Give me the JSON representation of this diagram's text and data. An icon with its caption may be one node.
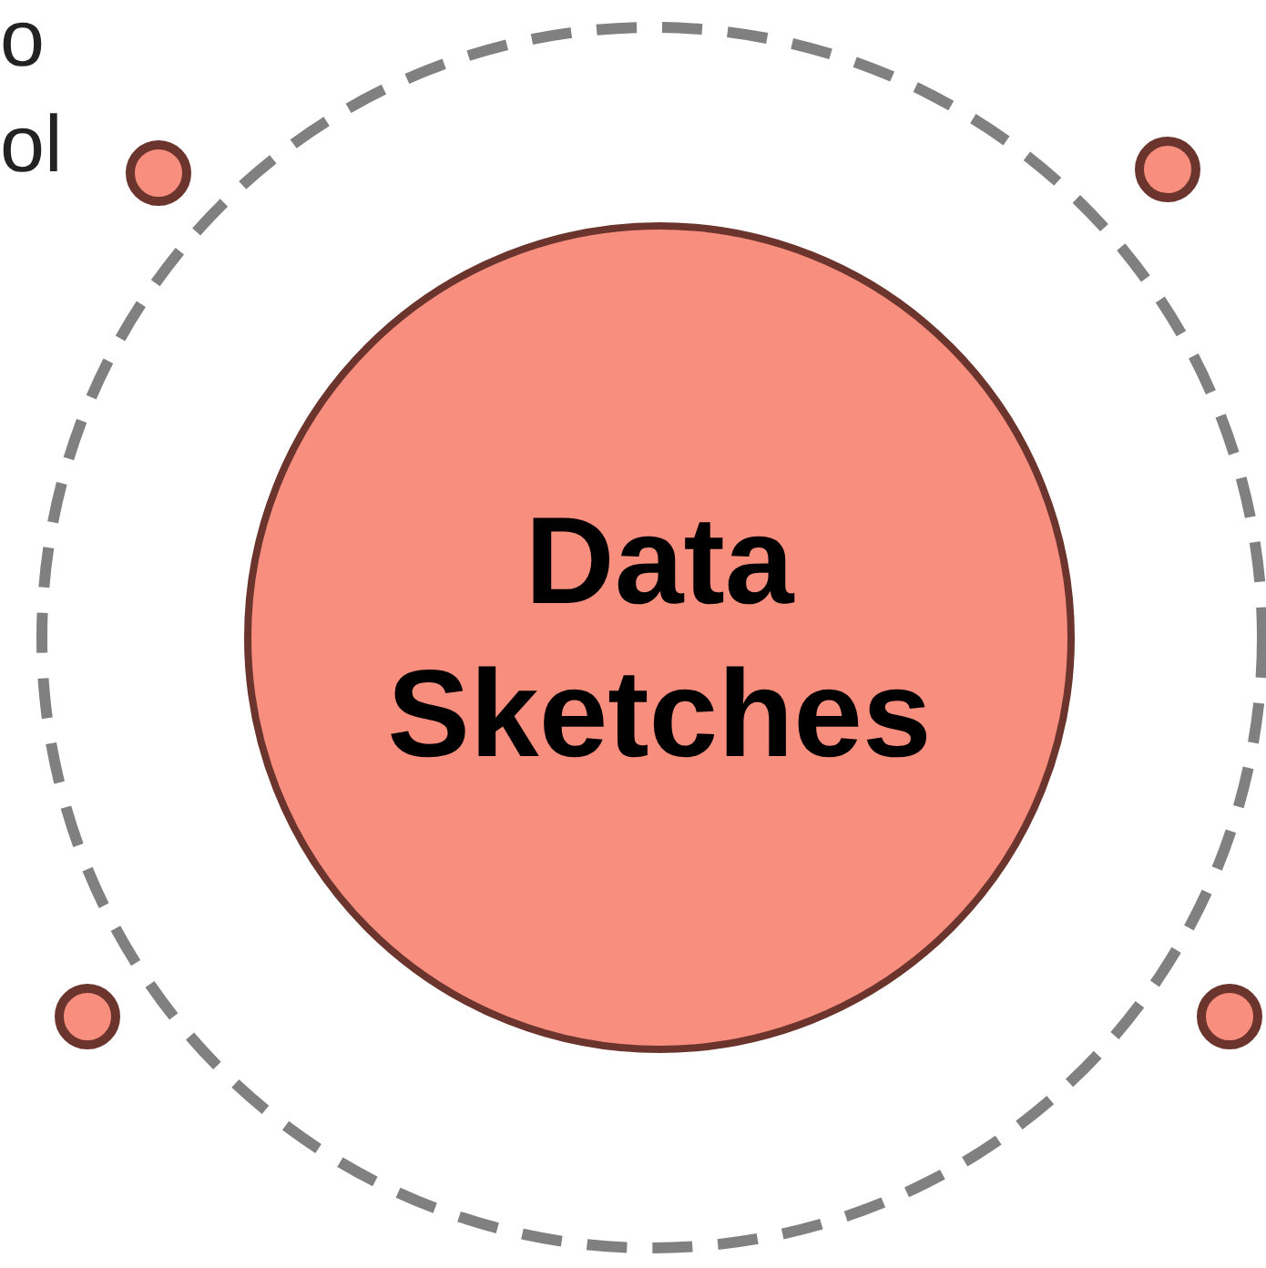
{
  "diagram": {
    "nodes": [
      {
        "text": [],
        "shape": "circle"
      },
      {
        "text": [
          "Data Sketches"
        ],
        "in": 0
      },
      {
        "text": [],
        "shape": "circle"
      },
      {
        "text": [],
        "shape": "circle"
      },
      {
        "text": [],
        "shape": "circle"
      },
      {
        "text": [],
        "shape": "circle"
      }
    ],
    "labels": [
      "o",
      "ol"
    ]
  }
}
